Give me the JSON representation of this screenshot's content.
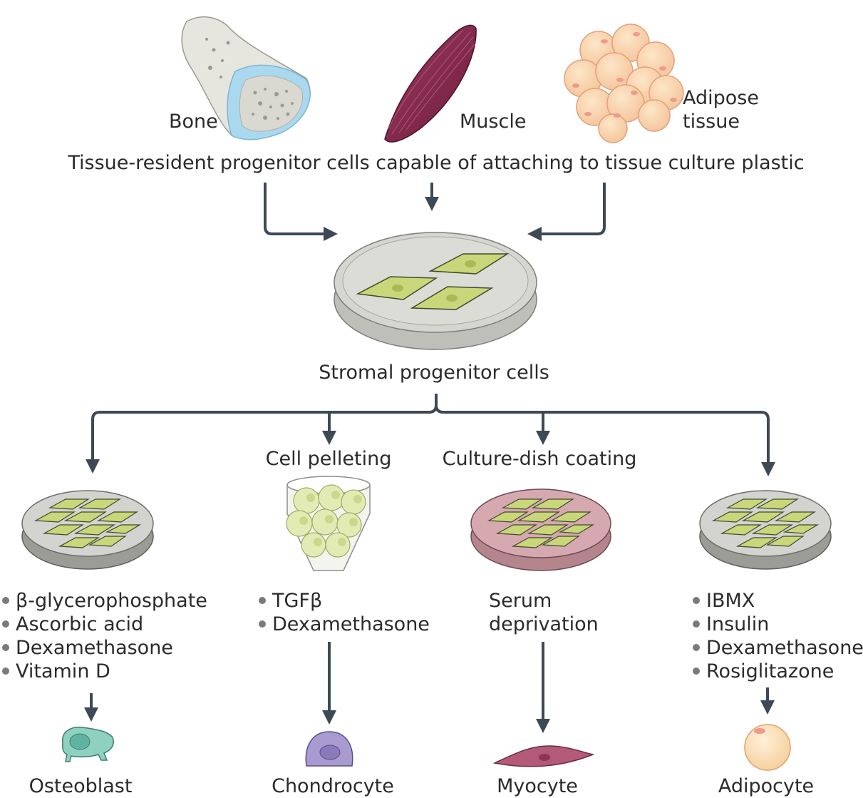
{
  "tissues": {
    "bone": "Bone",
    "muscle": "Muscle",
    "adipose_line1": "Adipose",
    "adipose_line2": "tissue"
  },
  "top_caption": "Tissue-resident progenitor cells capable of attaching to tissue culture plastic",
  "stromal_label": "Stromal progenitor cells",
  "branch_labels": {
    "pelleting": "Cell pelleting",
    "coating": "Culture-dish coating"
  },
  "osteoblast": {
    "bullets": [
      "β-glycerophosphate",
      "Ascorbic acid",
      "Dexamethasone",
      "Vitamin D"
    ],
    "result": "Osteoblast"
  },
  "chondrocyte": {
    "bullets": [
      "TGFβ",
      "Dexamethasone"
    ],
    "result": "Chondrocyte"
  },
  "myocyte": {
    "text_line1": "Serum",
    "text_line2": "deprivation",
    "result": "Myocyte"
  },
  "adipocyte": {
    "bullets": [
      "IBMX",
      "Insulin",
      "Dexamethasone",
      "Rosiglitazone"
    ],
    "result": "Adipocyte"
  },
  "colors": {
    "arrow": "#3d4a55",
    "dish": "#d3d3cf",
    "cell": "#c9d77a",
    "muscle": "#8a2a4e",
    "fat": "#f8d2a8",
    "osteoblast": "#8fd1c0",
    "chondrocyte": "#a99ad0",
    "myocyte": "#b25a78",
    "coating": "#d6a8b0"
  }
}
